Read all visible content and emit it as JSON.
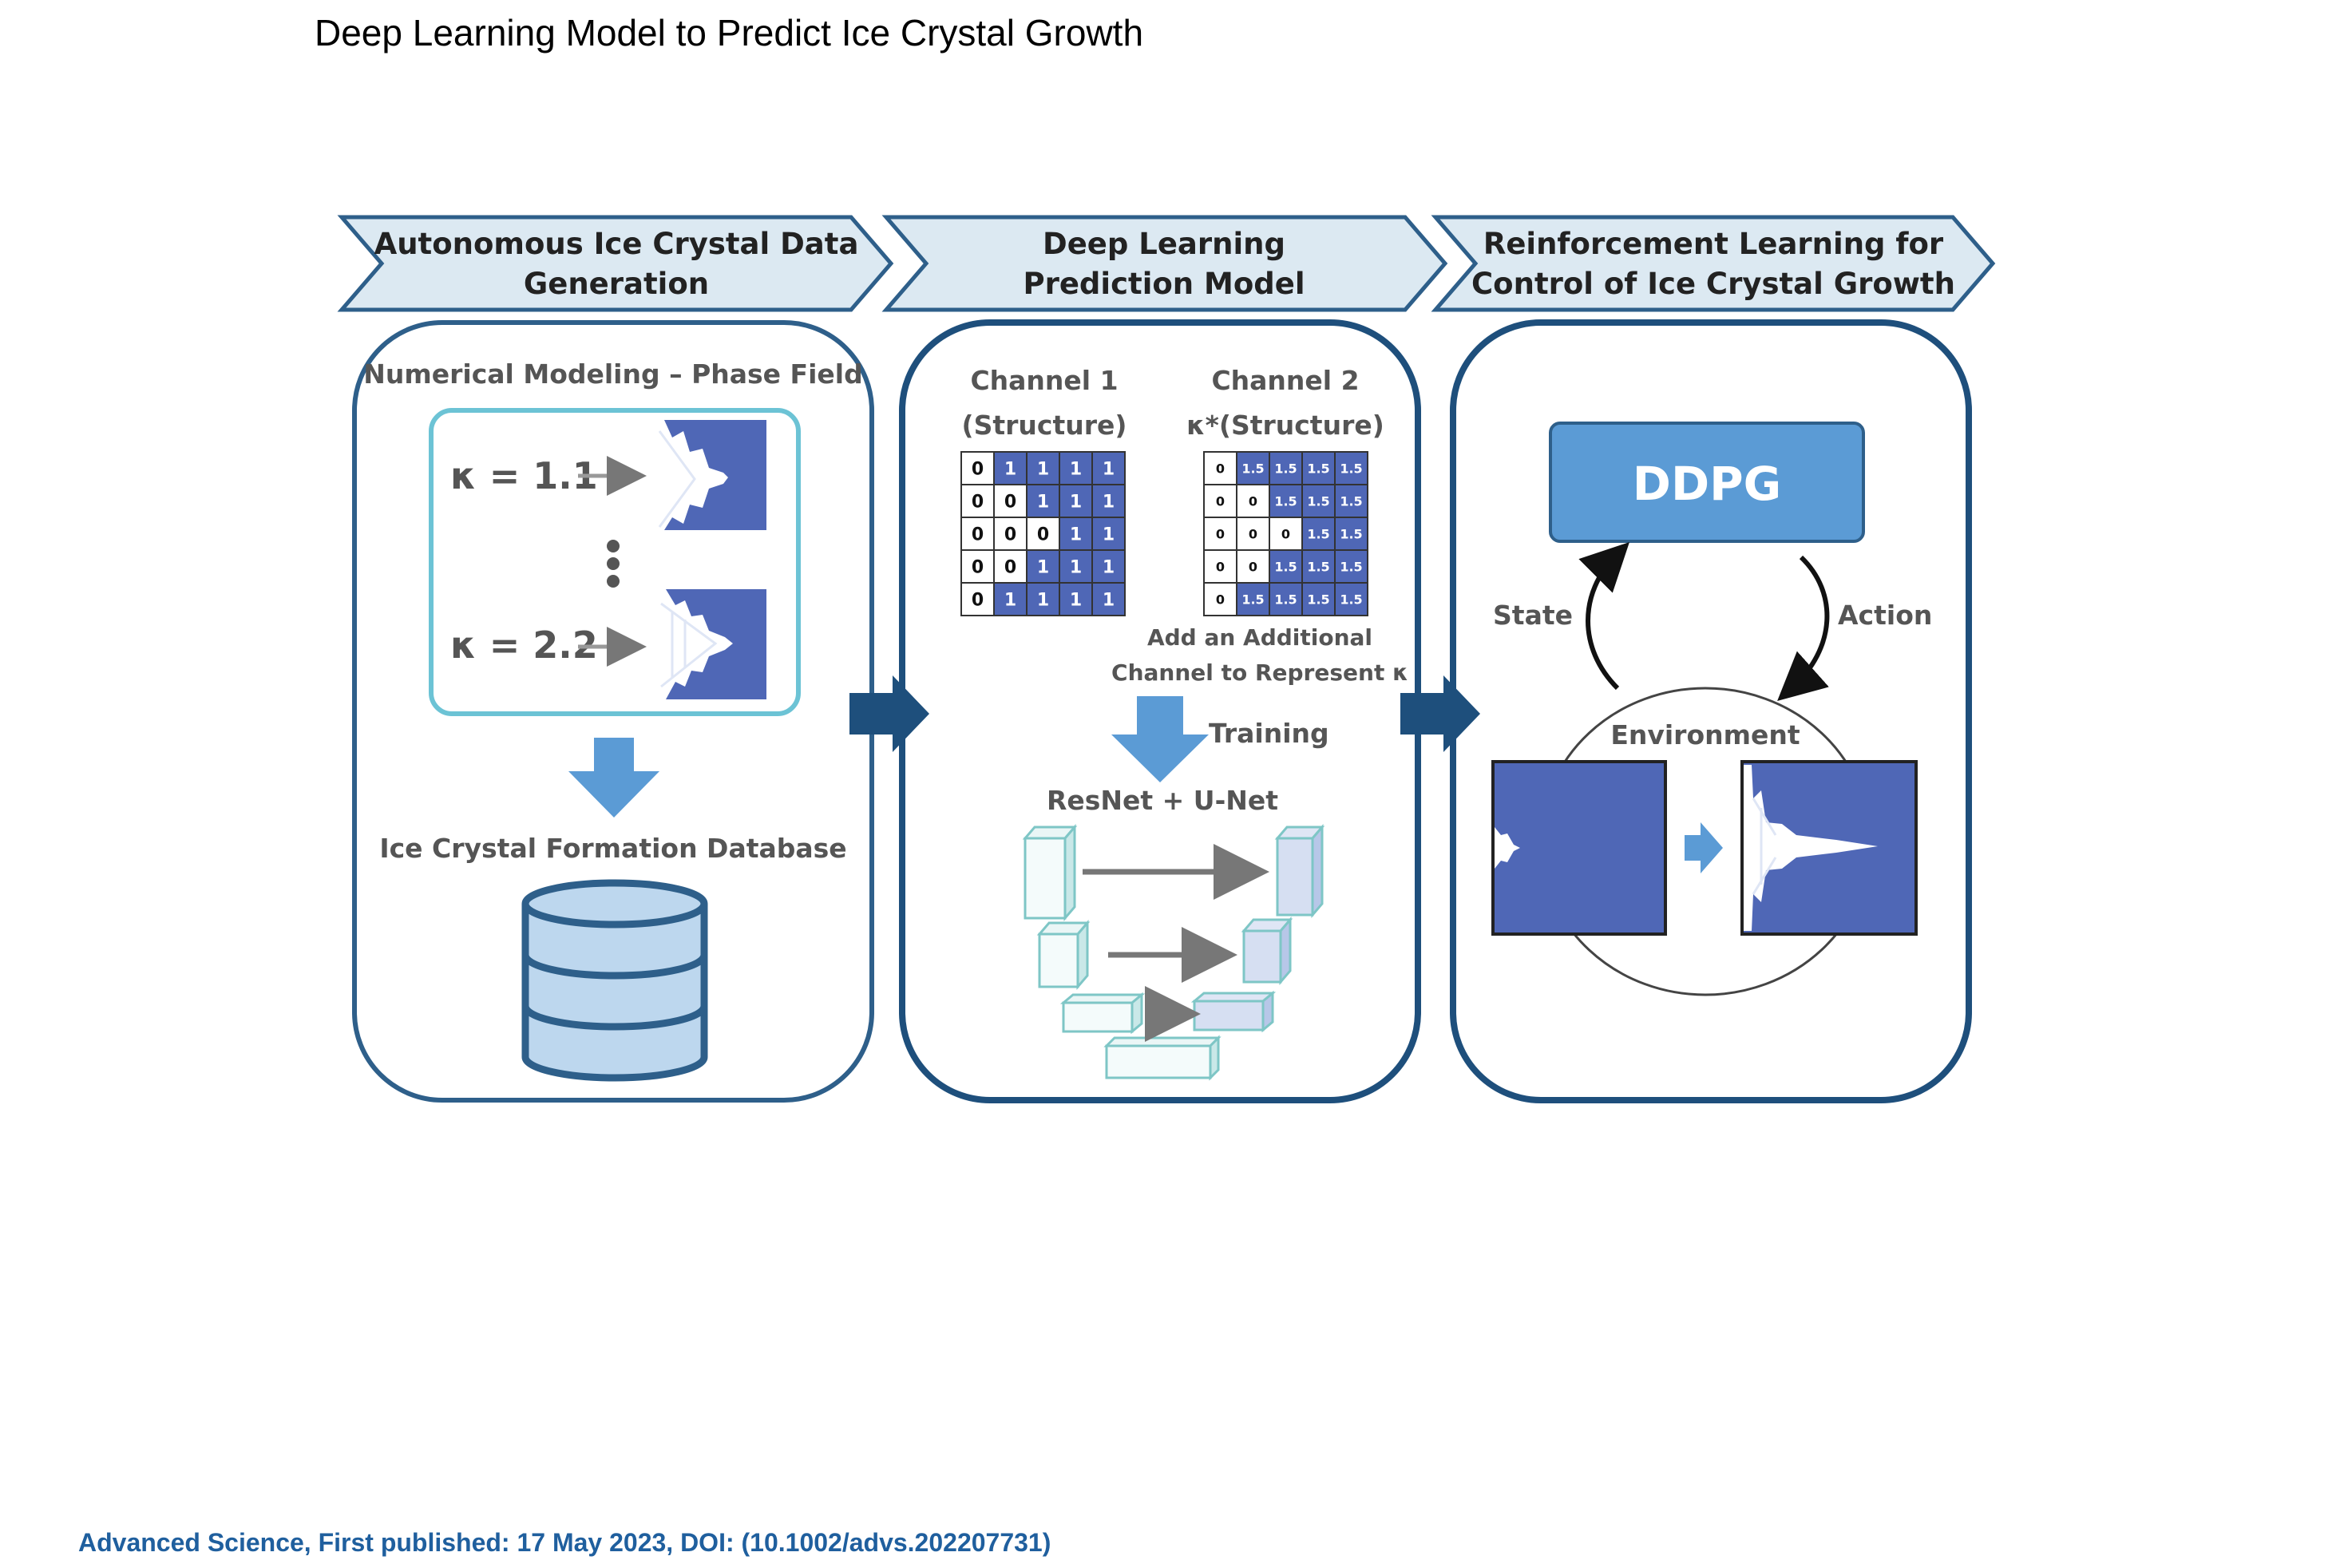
{
  "title": "Deep Learning Model to Predict Ice Crystal Growth",
  "footer": "Advanced Science, First published: 17 May 2023, DOI: (10.1002/advs.202207731)",
  "stages": [
    {
      "line1": "Autonomous Ice Crystal Data",
      "line2": "Generation"
    },
    {
      "line1": "Deep Learning",
      "line2": "Prediction Model"
    },
    {
      "line1": "Reinforcement Learning for",
      "line2": "Control of Ice Crystal Growth"
    }
  ],
  "panel1": {
    "heading": "Numerical Modeling – Phase Field",
    "kappa_a": "κ = 1.1",
    "kappa_b": "κ = 2.2",
    "database_label": "Ice Crystal Formation Database"
  },
  "panel2": {
    "ch1_line1": "Channel 1",
    "ch1_line2": "(Structure)",
    "ch2_line1": "Channel 2",
    "ch2_line2": "κ*(Structure)",
    "grid1": [
      [
        "0",
        "1",
        "1",
        "1",
        "1"
      ],
      [
        "0",
        "0",
        "1",
        "1",
        "1"
      ],
      [
        "0",
        "0",
        "0",
        "1",
        "1"
      ],
      [
        "0",
        "0",
        "1",
        "1",
        "1"
      ],
      [
        "0",
        "1",
        "1",
        "1",
        "1"
      ]
    ],
    "grid2": [
      [
        "0",
        "1.5",
        "1.5",
        "1.5",
        "1.5"
      ],
      [
        "0",
        "0",
        "1.5",
        "1.5",
        "1.5"
      ],
      [
        "0",
        "0",
        "0",
        "1.5",
        "1.5"
      ],
      [
        "0",
        "0",
        "1.5",
        "1.5",
        "1.5"
      ],
      [
        "0",
        "1.5",
        "1.5",
        "1.5",
        "1.5"
      ]
    ],
    "add_line1": "Add an Additional",
    "add_line2": "Channel to Represent κ",
    "training": "Training",
    "model": "ResNet + U-Net"
  },
  "panel3": {
    "agent": "DDPG",
    "state": "State",
    "action": "Action",
    "environment": "Environment"
  },
  "colors": {
    "border": "#2e5f8a",
    "dark_navy": "#1e4f7c",
    "banner_fill": "#dce9f2",
    "ddpg_fill": "#5b9bd5",
    "crystal_blue": "#4f67b6",
    "light_arrow": "#5b9bd5",
    "panel_box": "#6cc3d5"
  }
}
